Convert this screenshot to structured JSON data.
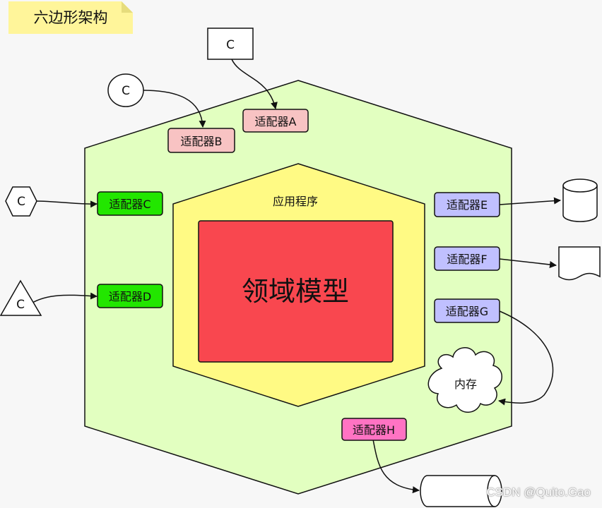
{
  "note": {
    "title": "六边形架构",
    "color": "#fff59a"
  },
  "application": {
    "label": "应用程序",
    "color": "#fffa84"
  },
  "domain": {
    "label": "领域模型",
    "color": "#f9474f"
  },
  "outer_hexagon_color": "#e2ffc0",
  "adapters": {
    "a": {
      "label": "适配器A",
      "color": "#f8c3c3"
    },
    "b": {
      "label": "适配器B",
      "color": "#f8c3c3"
    },
    "c": {
      "label": "适配器C",
      "color": "#22e600"
    },
    "d": {
      "label": "适配器D",
      "color": "#22e600"
    },
    "e": {
      "label": "适配器E",
      "color": "#c0c0ff"
    },
    "f": {
      "label": "适配器F",
      "color": "#c0c0ff"
    },
    "g": {
      "label": "适配器G",
      "color": "#c0c0ff"
    },
    "h": {
      "label": "适配器H",
      "color": "#ff73c3"
    }
  },
  "clients": {
    "square": "C",
    "circle": "C",
    "hexagon": "C",
    "triangle": "C"
  },
  "memory": {
    "label": "内存"
  },
  "watermark": "CSDN @Quito.Gao"
}
